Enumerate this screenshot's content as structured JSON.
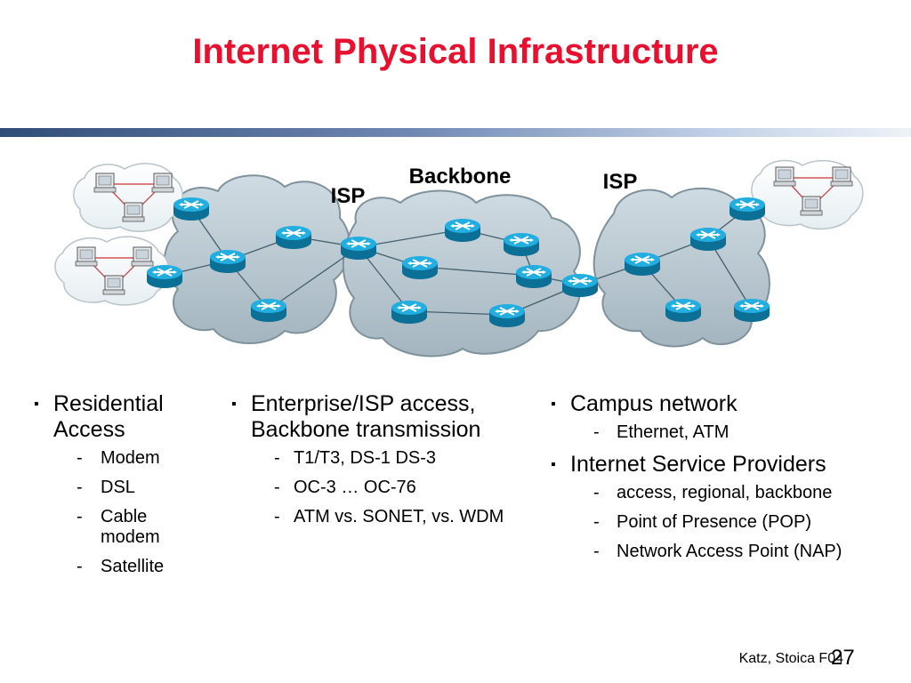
{
  "slide": {
    "title": "Internet Physical Infrastructure",
    "footer": "Katz, Stoica F04",
    "page_number": "27"
  },
  "diagram": {
    "labels": {
      "backbone": "Backbone",
      "isp_left": "ISP",
      "isp_right": "ISP"
    },
    "colors": {
      "cloud": "#b7c6cf",
      "router": "#1aa3d6",
      "accent_link": "#cc3333"
    }
  },
  "columns": [
    {
      "items": [
        {
          "text": "Residential Access",
          "subitems": [
            "Modem",
            "DSL",
            "Cable modem",
            "Satellite"
          ]
        }
      ]
    },
    {
      "items": [
        {
          "text": "Enterprise/ISP access, Backbone transmission",
          "subitems": [
            "T1/T3, DS-1 DS-3",
            "OC-3 … OC-76",
            "ATM vs. SONET, vs. WDM"
          ]
        }
      ]
    },
    {
      "items": [
        {
          "text": "Campus network",
          "subitems": [
            "Ethernet, ATM"
          ]
        },
        {
          "text": "Internet Service Providers",
          "subitems": [
            "access, regional, backbone",
            "Point of Presence (POP)",
            "Network Access Point (NAP)"
          ]
        }
      ]
    }
  ]
}
